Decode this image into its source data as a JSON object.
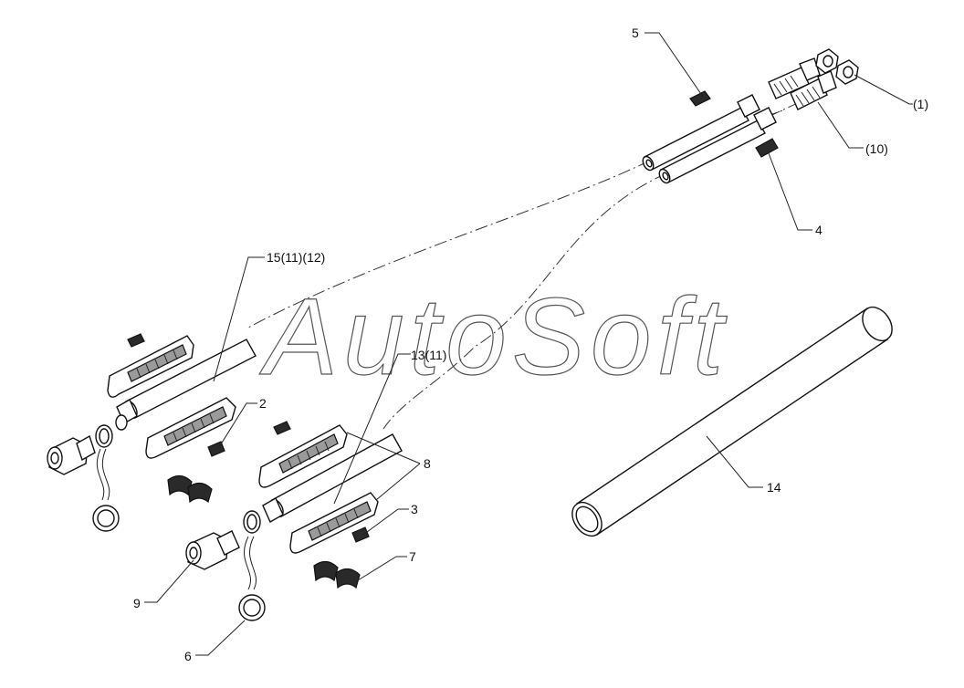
{
  "watermark": "AutoSoft",
  "labels": {
    "l1": "(1)",
    "l10": "(10)",
    "l5": "5",
    "l4": "4",
    "l15": "15(11)(12)",
    "l13": "13(11)",
    "l2": "2",
    "l8": "8",
    "l3": "3",
    "l7": "7",
    "l9": "9",
    "l6": "6",
    "l14": "14"
  },
  "colors": {
    "line": "#111111",
    "background": "#ffffff"
  }
}
